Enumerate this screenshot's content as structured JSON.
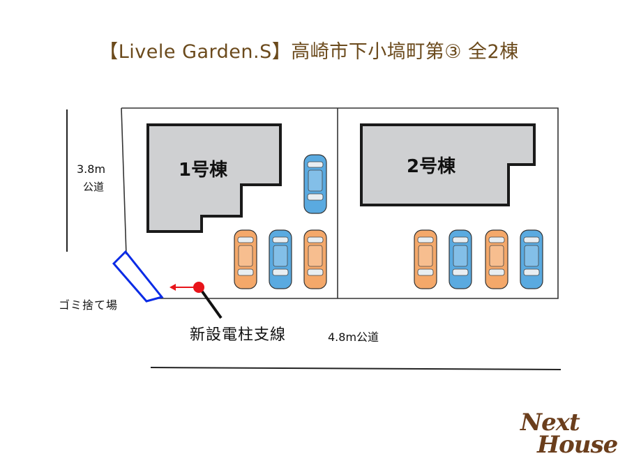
{
  "title": "【Livele Garden.S】高崎市下小塙町第③ 全2棟",
  "buildings": [
    {
      "label": "1号棟"
    },
    {
      "label": "2号棟"
    }
  ],
  "labels": {
    "road_left_width": "3.8m",
    "road_left_name": "公道",
    "garbage": "ゴミ捨て場",
    "pole": "新設電柱支線",
    "road_bottom": "4.8m公道"
  },
  "logo": {
    "line1": "Next",
    "line2": "House"
  },
  "colors": {
    "building_fill": "#cfd0d2",
    "car_orange": "#f4a86a",
    "car_blue": "#5aaae0",
    "garbage_outline": "#0a2be6",
    "pole_dot": "#e8141a",
    "arrow": "#e8141a",
    "title_text": "#6b4a1c",
    "logo_text": "#6b3e1c"
  },
  "parking": [
    {
      "lot": 1,
      "colors": [
        "blue",
        "orange",
        "blue",
        "orange"
      ]
    },
    {
      "lot": 2,
      "colors": [
        "orange",
        "blue",
        "orange",
        "blue"
      ]
    }
  ]
}
